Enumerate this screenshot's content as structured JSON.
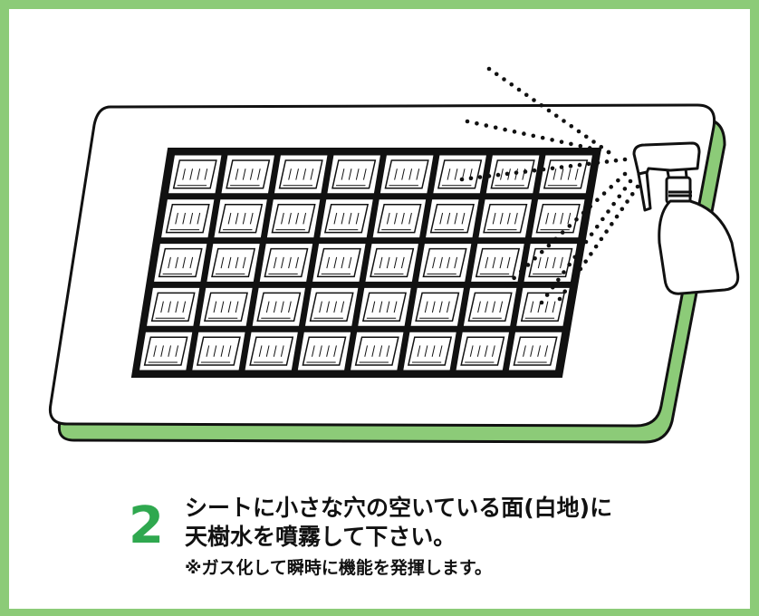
{
  "step": {
    "number": "2",
    "line1": "シートに小さな穴の空いている面(白地)に",
    "line2": "天樹水を噴霧して下さい。",
    "note": "※ガス化して瞬時に機能を発揮します。"
  },
  "colors": {
    "frame_green": "#8ccb78",
    "number_green": "#2fa84f",
    "outline": "#111111"
  },
  "sheet": {
    "rows": 5,
    "cols": 8
  },
  "icons": [
    "spray-bottle-icon",
    "mist-dots"
  ]
}
